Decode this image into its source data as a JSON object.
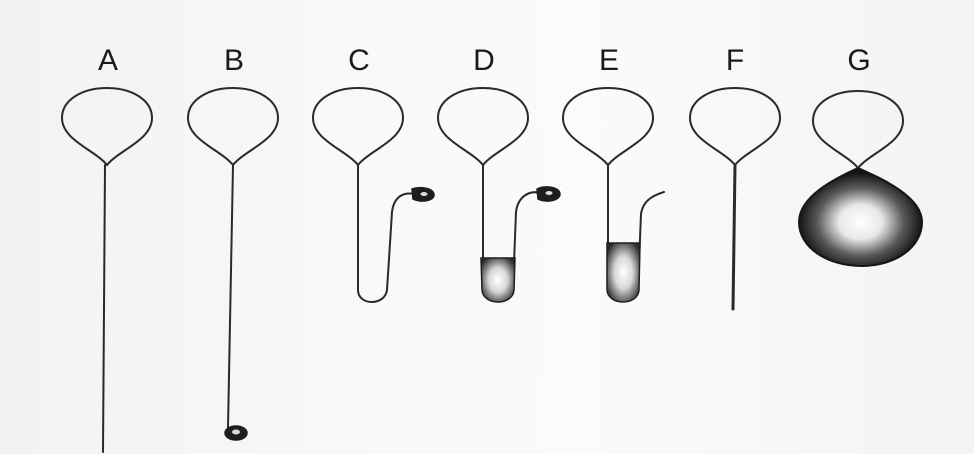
{
  "figure": {
    "labels": [
      "A",
      "B",
      "C",
      "D",
      "E",
      "F",
      "G"
    ]
  }
}
